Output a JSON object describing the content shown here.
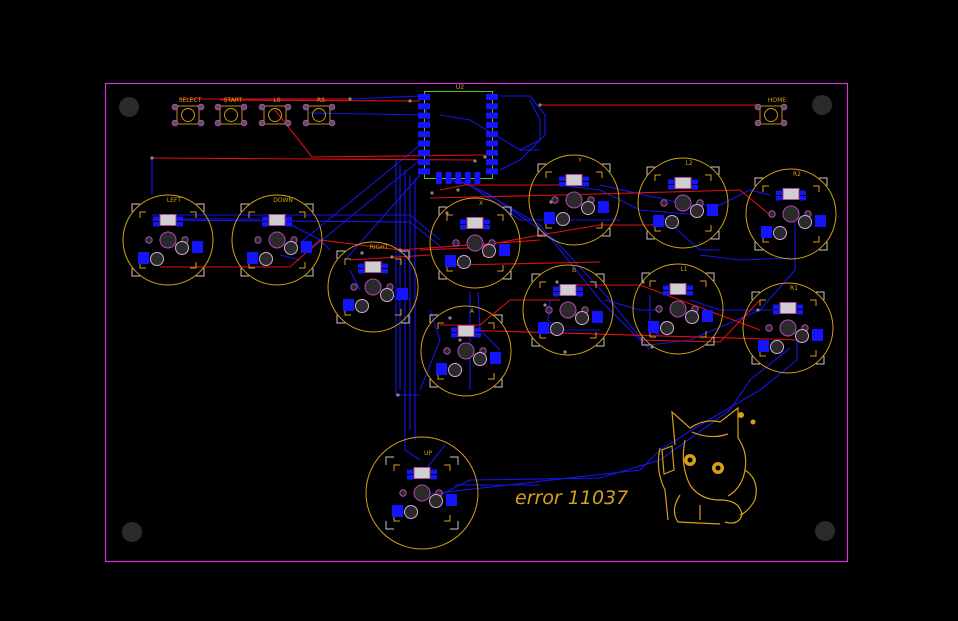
{
  "board": {
    "colors": {
      "background": "#000000",
      "outline": "#d633d6",
      "silkscreen": "#d4a017",
      "top_copper": "#e01010",
      "bottom_copper": "#1515e8",
      "pad": "#1414ff",
      "hole": "#2a2a2a",
      "hole_ring": "#b04ab0",
      "via": "#8a8a8a",
      "courtyard": "#c8c8c8",
      "ic_outline": "#5fbf2a",
      "led_body": "#cfcfcf"
    },
    "ic": {
      "ref": "U2"
    },
    "tact_switches": [
      {
        "label": "SELECT"
      },
      {
        "label": "START"
      },
      {
        "label": "LS"
      },
      {
        "label": "RS"
      },
      {
        "label": "HOME"
      }
    ],
    "key_switches": [
      {
        "label": "LEFT"
      },
      {
        "label": "DOWN"
      },
      {
        "label": "RIGHT"
      },
      {
        "label": "UP"
      },
      {
        "label": "X"
      },
      {
        "label": "A"
      },
      {
        "label": "Y"
      },
      {
        "label": "B"
      },
      {
        "label": "L2"
      },
      {
        "label": "L1"
      },
      {
        "label": "R2"
      },
      {
        "label": "R1"
      }
    ],
    "signature": "error 11037",
    "artwork": "cat-girl-mascot"
  }
}
